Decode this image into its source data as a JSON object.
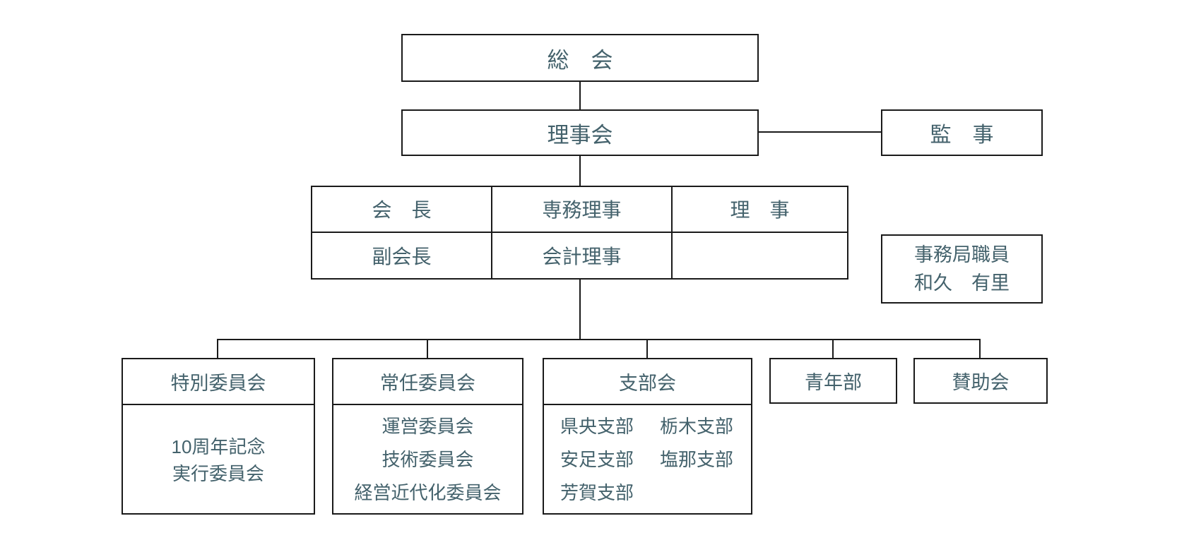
{
  "org": {
    "general_meeting": "総　会",
    "board": "理事会",
    "auditor": "監　事",
    "officers": {
      "row1": [
        "会　長",
        "専務理事",
        "理　事"
      ],
      "row2": [
        "副会長",
        "会計理事",
        ""
      ]
    },
    "secretariat": {
      "title": "事務局職員",
      "name": "和久　有里"
    },
    "branches": [
      {
        "title": "特別委員会",
        "items": [
          "10周年記念",
          "実行委員会"
        ]
      },
      {
        "title": "常任委員会",
        "items": [
          "運営委員会",
          "技術委員会",
          "経営近代化委員会"
        ]
      },
      {
        "title": "支部会",
        "rows": [
          [
            "県央支部",
            "栃木支部"
          ],
          [
            "安足支部",
            "塩那支部"
          ],
          [
            "芳賀支部",
            ""
          ]
        ]
      },
      {
        "title": "青年部"
      },
      {
        "title": "賛助会"
      }
    ],
    "colors": {
      "text": "#44626c",
      "line": "#1a1a1a",
      "background": "#ffffff"
    }
  }
}
